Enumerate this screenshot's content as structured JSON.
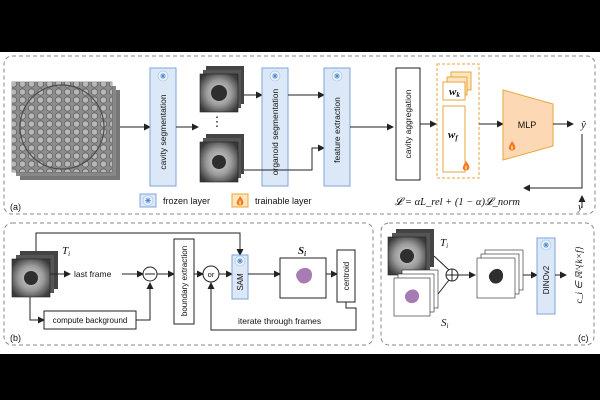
{
  "panel_a": {
    "label": "(a)",
    "blocks": {
      "cavity_segmentation": "cavity segmentation",
      "organoid_segmentation": "organoid segmentation",
      "feature_extraction": "feature extraction",
      "cavity_aggregation": "cavity aggregation",
      "mlp": "MLP"
    },
    "ellipsis": "⋮",
    "features": {
      "wk": "w",
      "wk_sub": "k",
      "wf": "w",
      "wf_sub": "f"
    },
    "output": "ŷ",
    "target": "y",
    "loss": "𝓛 = αL_rel + (1 − α)𝓛_norm",
    "legend": {
      "frozen": "frozen layer",
      "trainable": "trainable layer"
    }
  },
  "panel_b": {
    "label": "(b)",
    "ti": "T",
    "ti_sub": "i",
    "last_frame": "last frame",
    "compute_background": "compute background",
    "boundary_extraction": "boundary extraction",
    "or": "or",
    "sam": "SAM",
    "si": "S",
    "si_sub": "i",
    "centroid": "centroid",
    "iterate": "iterate through frames"
  },
  "panel_c": {
    "label": "(c)",
    "ti": "T",
    "ti_sub": "i",
    "si": "S",
    "si_sub": "i",
    "dinov2": "DINOv2",
    "ci": "c_i ∈ ℝ^{k×f}"
  },
  "colors": {
    "frozen_fill": "#dce8f7",
    "frozen_stroke": "#7fa5d8",
    "trainable_fill": "#fde6bd",
    "trainable_stroke": "#e7a53b",
    "mlp_fill": "#fcd9b4",
    "organoid_purple": "#a77bb3",
    "panel_border": "#888888"
  },
  "icons": {
    "frozen": "snowflake-icon",
    "trainable": "flame-icon"
  }
}
